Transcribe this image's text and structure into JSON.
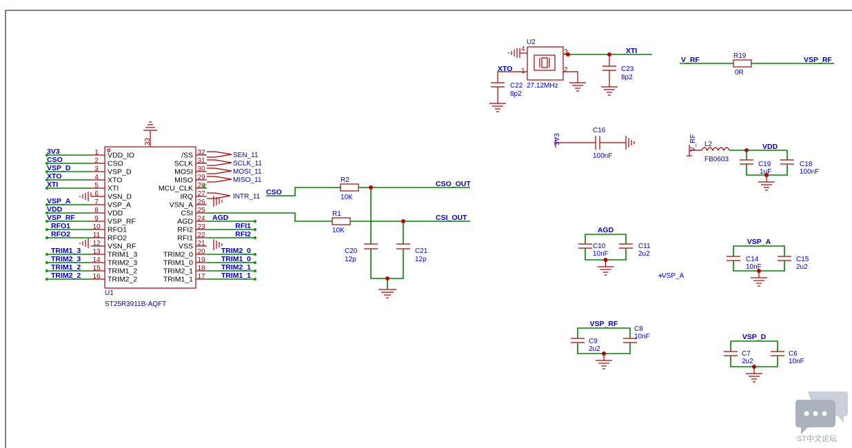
{
  "ic": {
    "ref": "U1",
    "part": "ST25R3911B-AQFT",
    "top_pin": "33",
    "left_pins": [
      {
        "num": "1",
        "name": "VDD_IO",
        "net": "3V3"
      },
      {
        "num": "2",
        "name": "CSO",
        "net": "CSO"
      },
      {
        "num": "3",
        "name": "VSP_D",
        "net": "VSP_D"
      },
      {
        "num": "4",
        "name": "XTO",
        "net": "XTO"
      },
      {
        "num": "5",
        "name": "XTI",
        "net": "XTI"
      },
      {
        "num": "6",
        "name": "VSN_D",
        "net": ""
      },
      {
        "num": "7",
        "name": "VSP_A",
        "net": "VSP_A"
      },
      {
        "num": "8",
        "name": "VDD",
        "net": "VDD"
      },
      {
        "num": "9",
        "name": "VSP_RF",
        "net": "VSP_RF"
      },
      {
        "num": "10",
        "name": "RFO1",
        "net": "RFO1"
      },
      {
        "num": "11",
        "name": "RFO2",
        "net": "RFO2"
      },
      {
        "num": "12",
        "name": "VSN_RF",
        "net": ""
      },
      {
        "num": "13",
        "name": "TRIM1_3",
        "net": "TRIM1_3"
      },
      {
        "num": "14",
        "name": "TRIM2_3",
        "net": "TRIM2_3"
      },
      {
        "num": "15",
        "name": "TRIM1_2",
        "net": "TRIM1_2"
      },
      {
        "num": "16",
        "name": "TRIM2_2",
        "net": "TRIM2_2"
      }
    ],
    "right_pins": [
      {
        "num": "32",
        "name": "/SS",
        "net": ""
      },
      {
        "num": "31",
        "name": "SCLK",
        "net": ""
      },
      {
        "num": "30",
        "name": "MOSI",
        "net": ""
      },
      {
        "num": "29",
        "name": "MISO",
        "net": ""
      },
      {
        "num": "28",
        "name": "MCU_CLK",
        "net": ""
      },
      {
        "num": "27",
        "name": "IRQ",
        "net": ""
      },
      {
        "num": "26",
        "name": "VSN_A",
        "net": ""
      },
      {
        "num": "25",
        "name": "CSI",
        "net": ""
      },
      {
        "num": "24",
        "name": "AGD",
        "net": "AGD"
      },
      {
        "num": "23",
        "name": "RFI2",
        "net": "RFI1"
      },
      {
        "num": "22",
        "name": "RFI1",
        "net": "RFI2"
      },
      {
        "num": "21",
        "name": "VSS",
        "net": ""
      },
      {
        "num": "20",
        "name": "TRIM2_0",
        "net": "TRIM2_0"
      },
      {
        "num": "19",
        "name": "TRIM1_0",
        "net": "TRIM1_0"
      },
      {
        "num": "18",
        "name": "TRIM2_1",
        "net": "TRIM2_1"
      },
      {
        "num": "17",
        "name": "TRIM1_1",
        "net": "TRIM1_1"
      }
    ],
    "ports": [
      "SEN_11",
      "SCLK_11",
      "MOSI_11",
      "MISO_11",
      "INTR_11"
    ]
  },
  "filter": {
    "net_cso": "CSO",
    "r2": {
      "ref": "R2",
      "value": "10K"
    },
    "r1": {
      "ref": "R1",
      "value": "10K"
    },
    "out1": "CSO_OUT",
    "out2": "CSI_OUT",
    "c20": {
      "ref": "C20",
      "value": "12p"
    },
    "c21": {
      "ref": "C21",
      "value": "12p"
    }
  },
  "osc": {
    "ref": "U2",
    "freq": "27.12MHz",
    "pins": [
      "4",
      "1",
      "3",
      "2"
    ],
    "xti": "XTI",
    "xto": "XTO",
    "c22": {
      "ref": "C22",
      "value": "8p2"
    },
    "c23": {
      "ref": "C23",
      "value": "8p2"
    }
  },
  "rf": {
    "left": "V_RF",
    "right": "VSP_RF",
    "ref": "R19",
    "value": "0R"
  },
  "c16": {
    "net": "3V3",
    "ref": "C16",
    "value": "100nF"
  },
  "vdd": {
    "vrf": "V_RF",
    "l2": {
      "ref": "L2",
      "value": "FB0603"
    },
    "net": "VDD",
    "c19": {
      "ref": "C19",
      "value": "1uF"
    },
    "c18": {
      "ref": "C18",
      "value": "100nF"
    }
  },
  "agd": {
    "net": "AGD",
    "c10": {
      "ref": "C10",
      "value": "10nF"
    },
    "c11": {
      "ref": "C11",
      "value": "2u2"
    }
  },
  "vspa": {
    "net": "VSP_A",
    "c14": {
      "ref": "C14",
      "value": "10nF"
    },
    "c15": {
      "ref": "C15",
      "value": "2u2"
    }
  },
  "vspa_label": "VSP_A",
  "vsprf": {
    "net": "VSP_RF",
    "c9": {
      "ref": "C9",
      "value": "2u2"
    },
    "c8": {
      "ref": "C8",
      "value": "10nF"
    }
  },
  "vspd": {
    "net": "VSP_D",
    "c7": {
      "ref": "C7",
      "value": "2u2"
    },
    "c6": {
      "ref": "C6",
      "value": "10nF"
    }
  },
  "watermark": {
    "text": "ST中文论坛",
    "icon": "chat-bubble-icon"
  }
}
